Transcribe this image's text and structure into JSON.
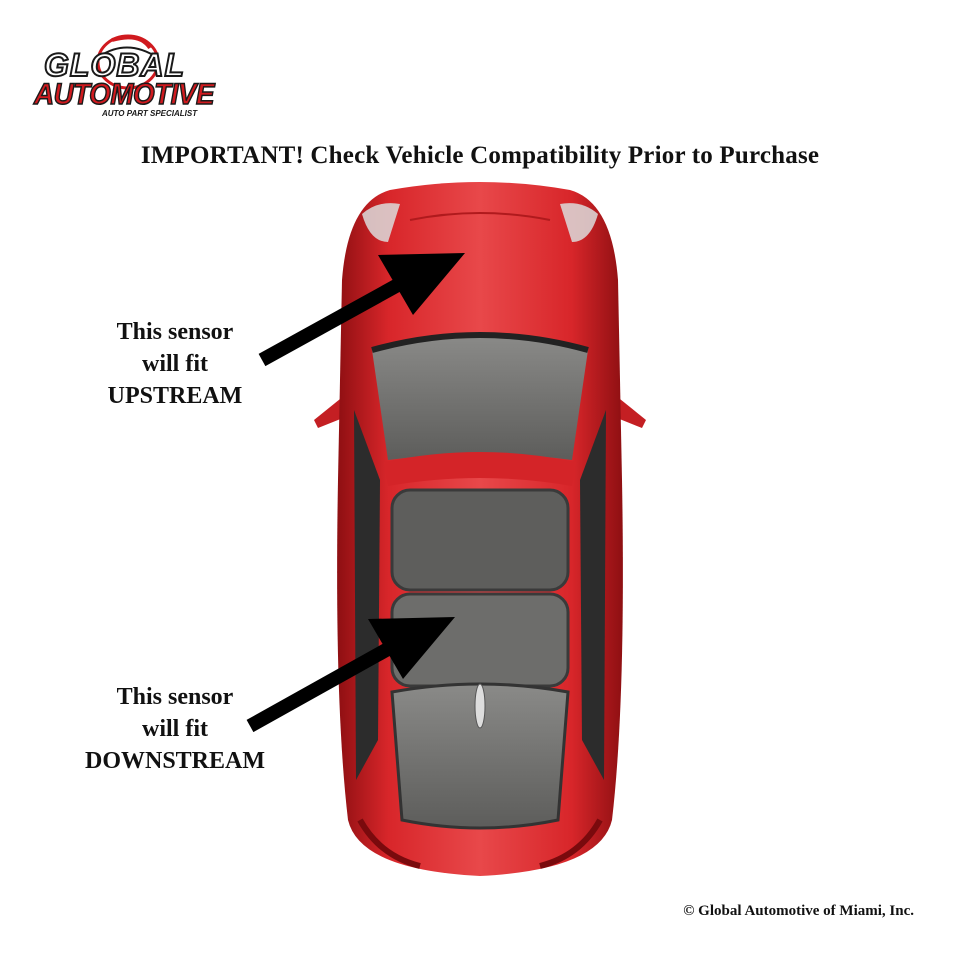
{
  "logo": {
    "line1": "GLOBAL",
    "line2": "AUTOMOTIVE",
    "tagline": "AUTO PART SPECIALIST",
    "colors": {
      "red": "#d01a1f",
      "dark": "#1a1a1a"
    }
  },
  "headline": "IMPORTANT! Check Vehicle Compatibility Prior to Purchase",
  "upstream": {
    "line1": "This sensor",
    "line2": "will fit",
    "line3": "UPSTREAM"
  },
  "downstream": {
    "line1": "This sensor",
    "line2": "will fit",
    "line3": "DOWNSTREAM"
  },
  "car": {
    "body_color": "#d8262a",
    "glass_color": "#6e6e6c"
  },
  "copyright": "© Global Automotive of Miami, Inc."
}
